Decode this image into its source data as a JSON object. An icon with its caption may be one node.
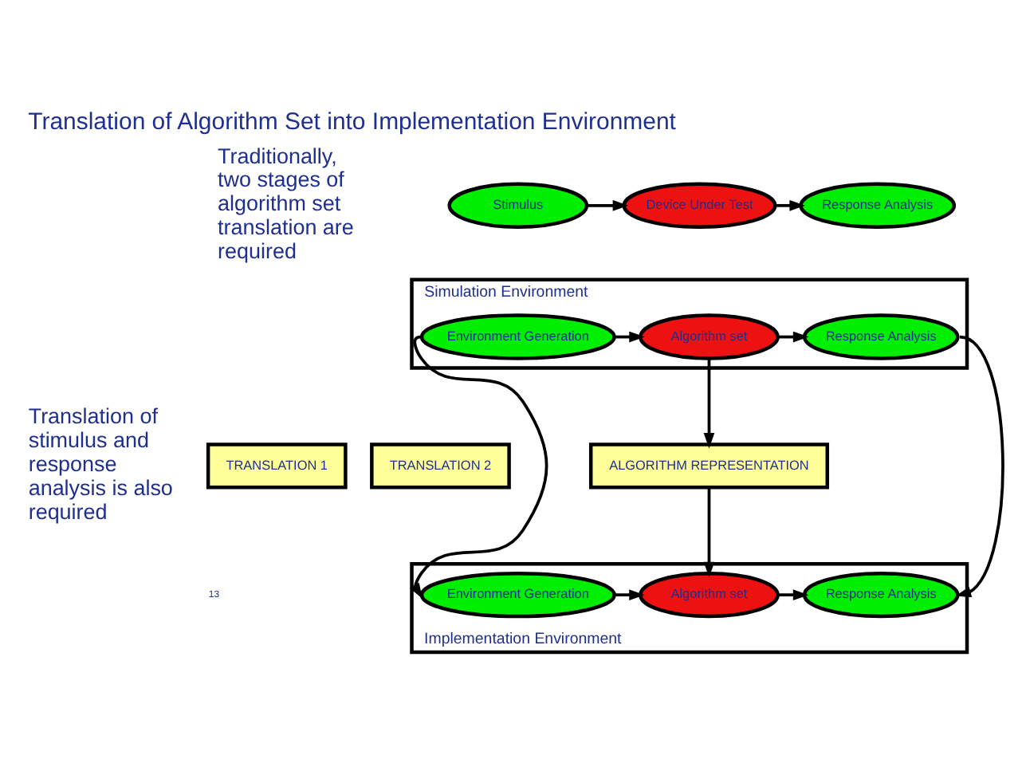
{
  "diagram": {
    "title": "Translation of Algorithm Set into Implementation Environment",
    "nodes": [
      {
        "text": [
          "Stimulus"
        ]
      },
      {
        "text": [
          "Device Under Test"
        ]
      },
      {
        "text": [
          "Response Analysis"
        ]
      },
      {
        "text": [
          "Simulation Environment"
        ]
      },
      {
        "text": [
          "Environment Generation"
        ],
        "in": 3
      },
      {
        "text": [
          "Algorithm set"
        ],
        "in": 3
      },
      {
        "text": [
          "Response Analysis"
        ],
        "in": 3
      },
      {
        "text": [
          "TRANSLATION 1"
        ]
      },
      {
        "text": [
          "ALGORITHM REPRESENTATION"
        ]
      },
      {
        "text": [
          "TRANSLATION 2"
        ]
      },
      {
        "text": [
          "Implementation Environment"
        ]
      },
      {
        "text": [
          "Environment Generation"
        ],
        "in": 10
      },
      {
        "text": [
          "Algorithm set"
        ],
        "in": 10
      },
      {
        "text": [
          "Response Analysis"
        ],
        "in": 10
      }
    ],
    "edges": [
      {
        "from": 0,
        "to": 1,
        "arrow": "to"
      },
      {
        "from": 1,
        "to": 2,
        "arrow": "to"
      },
      {
        "from": 4,
        "to": 5,
        "arrow": "to"
      },
      {
        "from": 5,
        "to": 6,
        "arrow": "to"
      },
      {
        "from": 5,
        "to": 8,
        "arrow": "to"
      },
      {
        "from": 8,
        "to": 12,
        "arrow": "to"
      },
      {
        "from": 4,
        "to": 11,
        "arrow": "to"
      },
      {
        "from": 6,
        "to": 13,
        "arrow": "to"
      },
      {
        "from": 11,
        "to": 12,
        "arrow": "to"
      },
      {
        "from": 12,
        "to": 13,
        "arrow": "to"
      }
    ],
    "labels": [
      "Traditionally, two stages of algorithm set translation are required",
      "Translation of stimulus and response analysis is also required",
      "13"
    ]
  }
}
